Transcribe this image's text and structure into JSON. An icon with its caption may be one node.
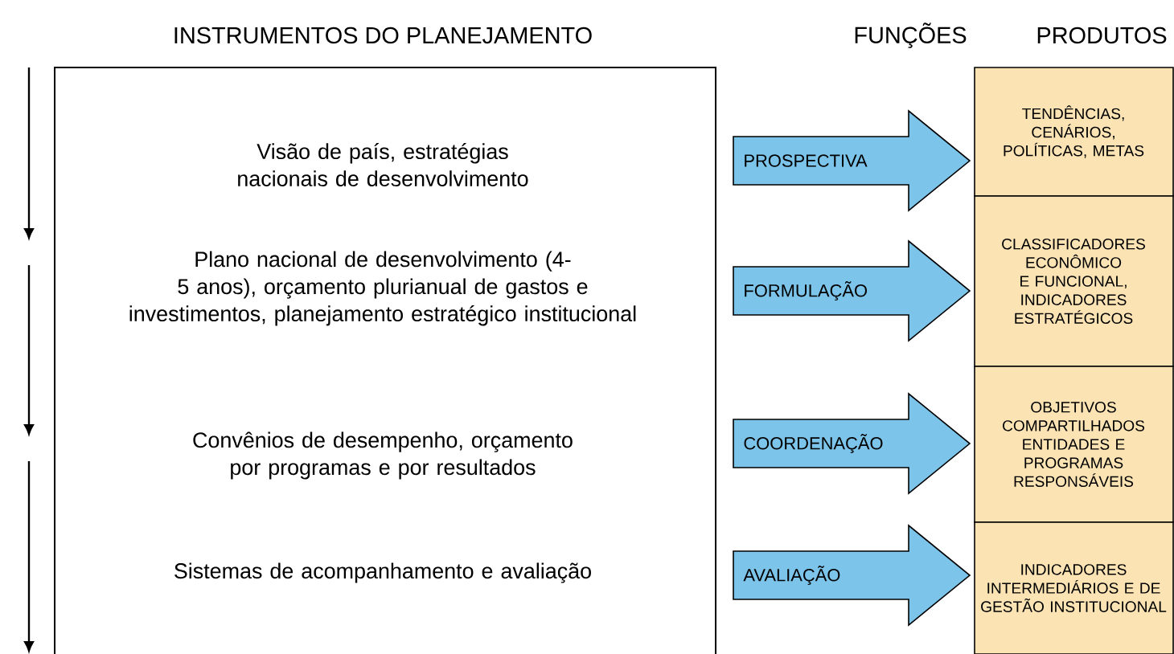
{
  "diagram": {
    "nodes": [
      {
        "text": [],
        "shape": "box"
      },
      {
        "text": [
          "Visão de país, estratégias nacionais de desenvolvimento"
        ],
        "in": 0
      },
      {
        "text": [
          "Plano nacional de desenvolvimento (4-5 anos), orçamento plurianual de gastos e investimentos, planejamento estratégico institucional"
        ],
        "in": 0
      },
      {
        "text": [
          "Convênios de desempenho, orçamento por programas e por resultados"
        ],
        "in": 0
      },
      {
        "text": [
          "Sistemas de acompanhamento e avaliação"
        ],
        "in": 0
      },
      {
        "text": [
          "PROSPECTIVA"
        ]
      },
      {
        "text": [
          "FORMULAÇÃO"
        ]
      },
      {
        "text": [
          "COORDENAÇÃO"
        ]
      },
      {
        "text": [
          "AVALIAÇÃO"
        ]
      },
      {
        "text": [
          "TENDÊNCIAS, CENÁRIOS, POLÍTICAS, METAS"
        ]
      },
      {
        "text": [
          "CLASSIFICADORES ECONÔMICO E FUNCIONAL, INDICADORES ESTRATÉGICOS"
        ]
      },
      {
        "text": [
          "OBJETIVOS COMPARTILHADOS ENTIDADES E PROGRAMAS RESPONSÁVEIS"
        ]
      },
      {
        "text": [
          "INDICADORES INTERMEDIÁRIOS E DE GESTÃO INSTITUCIONAL"
        ]
      }
    ],
    "labels": [
      "INSTRUMENTOS DO PLANEJAMENTO",
      "FUNÇÕES",
      "PRODUTOS"
    ]
  }
}
